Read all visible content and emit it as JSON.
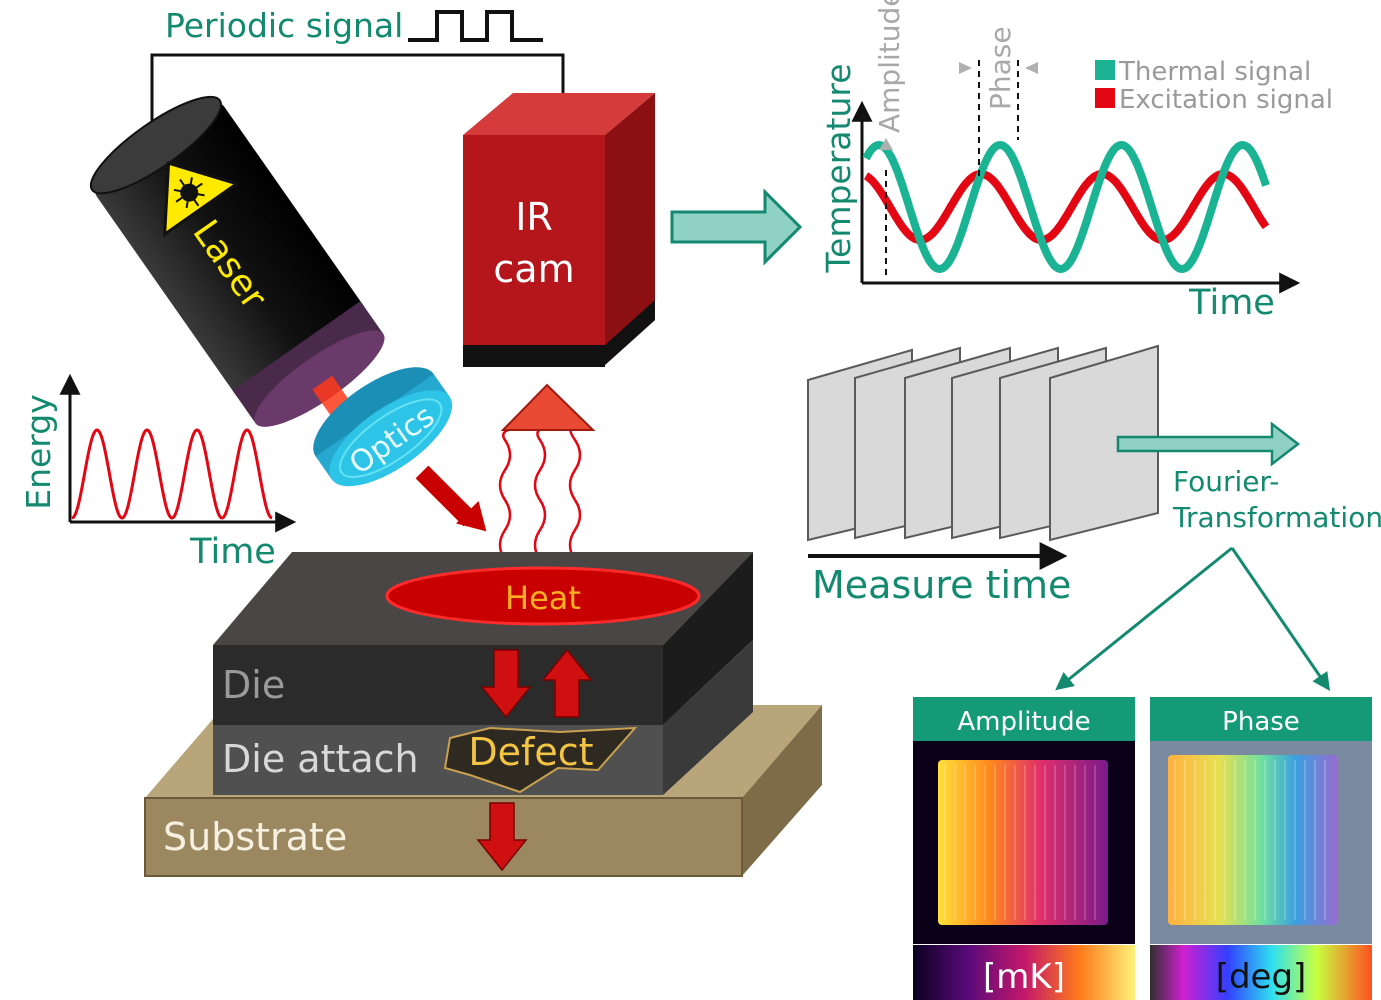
{
  "labels": {
    "periodic_signal": "Periodic signal",
    "laser": "Laser",
    "ir_cam_line1": "IR",
    "ir_cam_line2": "cam",
    "optics": "Optics",
    "heat": "Heat",
    "die": "Die",
    "die_attach": "Die attach",
    "defect": "Defect",
    "substrate": "Substrate",
    "measure_time": "Measure time",
    "fourier_line1": "Fourier-",
    "fourier_line2": "Transformation",
    "amplitude_header": "Amplitude",
    "phase_header": "Phase",
    "unit_mk": "[mK]",
    "unit_deg": "[deg]"
  },
  "energy_plot": {
    "ylabel": "Energy",
    "xlabel": "Time",
    "pulses": 4
  },
  "signal_plot": {
    "ylabel": "Temperature",
    "xlabel": "Time",
    "amplitude_label": "Amplitude",
    "phase_label": "Phase",
    "legend": [
      {
        "name": "Thermal signal",
        "color": "#1ab394"
      },
      {
        "name": "Excitation signal",
        "color": "#e30613"
      }
    ],
    "thermal_cycles": 3.3,
    "excitation_cycles": 3.3
  },
  "colors": {
    "teal": "#138a70",
    "teal_light": "#8fd1c4",
    "red": "#e30613",
    "camera_red": "#b4161b",
    "optics_blue": "#2ec4e8",
    "substrate": "#9c8860",
    "die": "#2b2b2b",
    "die_attach": "#505050"
  }
}
